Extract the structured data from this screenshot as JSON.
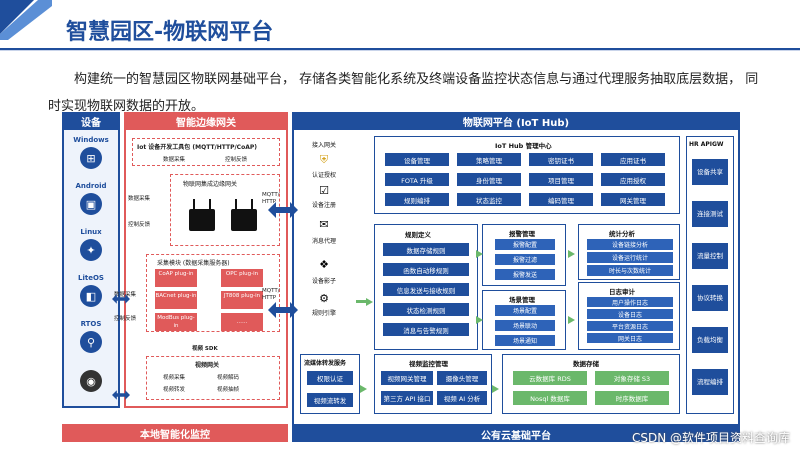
{
  "header": {
    "title": "智慧园区-物联网平台",
    "intro": "构建统一的智慧园区物联网基础平台， 存储各类智能化系统及终端设备监控状态信息与通过代理服务抽取底层数据， 同时实现物联网数据的开放。"
  },
  "devices": {
    "title": "设备",
    "items": [
      "Windows",
      "Android",
      "Linux",
      "LiteOS",
      "RTOS"
    ]
  },
  "edge": {
    "title": "智能边缘网关",
    "sdk_title": "Iot 设备开发工具包 (MQTT/HTTP/CoAP)",
    "sdk_left": "数据采集",
    "sdk_right": "控制反馈",
    "gateway_title": "物联网集成边缘网关",
    "left_labels": [
      "数据采集",
      "控制反馈"
    ],
    "collect_title": "采集模块 (数据采集服务器)",
    "plugins": [
      "CoAP plug-in",
      "OPC plug-in",
      "BACnet plug-in",
      "JT808 plug-in",
      "ModBus plug-in",
      "……"
    ],
    "collect_left": [
      "数据采集",
      "控制反馈"
    ],
    "video_sdk": "视频 SDK",
    "video_gateway_title": "视频网关",
    "video_items": [
      "视频采集",
      "视频解码",
      "视频转发",
      "视频抽帧"
    ],
    "footer": "本地智能化监控",
    "mqtt1": "MQTT/ HTTP",
    "mqtt2": "MQTT/ HTTP"
  },
  "hub": {
    "title": "物联网平台 (IoT Hub)",
    "footer": "公有云基础平台",
    "access": {
      "items": [
        "接入网关",
        "认证授权",
        "设备注册",
        "消息代理",
        "设备影子",
        "规则引擎"
      ]
    },
    "mgmt_center": {
      "title": "IoT Hub 管理中心",
      "buttons": [
        "设备管理",
        "策略管理",
        "密钥证书",
        "应用证书",
        "FOTA 升级",
        "身份管理",
        "项目管理",
        "应用授权",
        "规则编排",
        "状态监控",
        "编码管理",
        "网关管理"
      ]
    },
    "rules": {
      "title": "规则定义",
      "items": [
        "数据存储规则",
        "函数自动移规则",
        "信息发送与接收规则",
        "状态检测规则",
        "消息与告警规则"
      ]
    },
    "alarm": {
      "title": "报警管理",
      "items": [
        "报警配置",
        "报警过滤",
        "报警发送"
      ]
    },
    "scene": {
      "title": "场景管理",
      "items": [
        "场景配置",
        "场景联动",
        "场景通知"
      ]
    },
    "stats": {
      "title": "统计分析",
      "items": [
        "设备链接分析",
        "设备运行统计",
        "时长与次数统计"
      ]
    },
    "audit": {
      "title": "日志审计",
      "items": [
        "用户操作日志",
        "设备日志",
        "平台资源日志",
        "网关日志"
      ]
    },
    "streaming": {
      "title": "流媒体转发服务",
      "items": [
        "权限认证",
        "视频流转发"
      ]
    },
    "video_mon": {
      "title": "视频监控管理",
      "items": [
        "视频网关管理",
        "摄像头管理",
        "第三方 API 接口",
        "视频 AI 分析"
      ]
    },
    "storage": {
      "title": "数据存储",
      "items": [
        "云数据库 RDS",
        "对象存储 S3",
        "Nosql 数据库",
        "时序数据库"
      ]
    }
  },
  "apigw": {
    "title": "HR APIGW",
    "items": [
      "设备共享",
      "连接测试",
      "流量控制",
      "协议转换",
      "负载均衡",
      "流程编排"
    ]
  },
  "watermark": "CSDN @软件项目资料查询库"
}
